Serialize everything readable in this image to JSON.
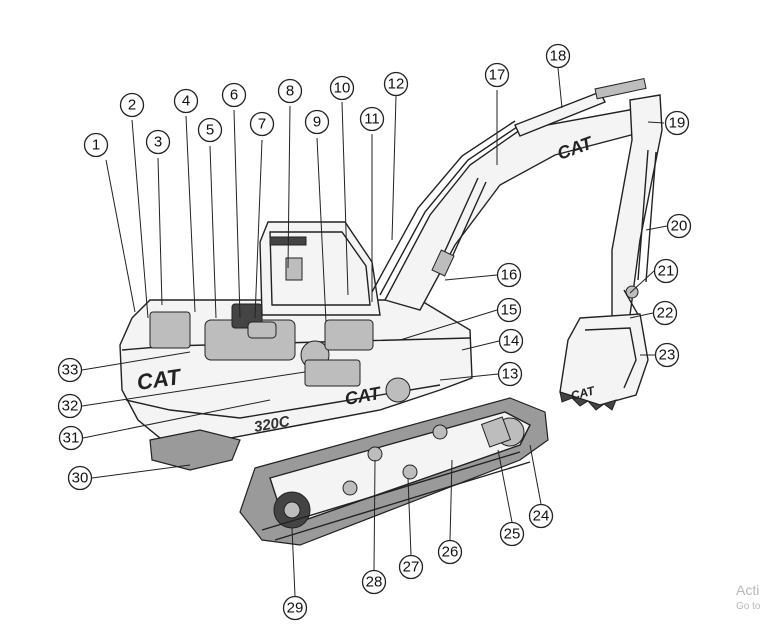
{
  "brand": {
    "logo_text": "CAT",
    "model_text": "320C"
  },
  "callouts": [
    "1",
    "2",
    "3",
    "4",
    "5",
    "6",
    "7",
    "8",
    "9",
    "10",
    "11",
    "12",
    "13",
    "14",
    "15",
    "16",
    "17",
    "18",
    "19",
    "20",
    "21",
    "22",
    "23",
    "24",
    "25",
    "26",
    "27",
    "28",
    "29",
    "30",
    "31",
    "32",
    "33"
  ],
  "watermark": {
    "line1": "Acti",
    "line2": "Go to"
  }
}
